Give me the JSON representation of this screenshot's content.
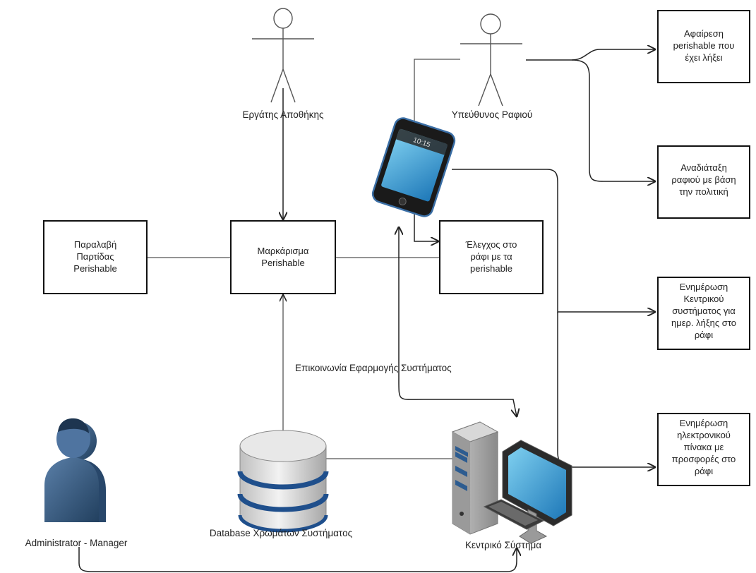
{
  "nodes": {
    "receive_batch": [
      "Παραλαβή",
      "Παρτίδας",
      "Perishable"
    ],
    "marking": [
      "Μαρκάρισμα",
      "Perishable"
    ],
    "shelf_check": [
      "Έλεγχος στο",
      "ράφι με τα",
      "perishable"
    ],
    "remove_expired": [
      "Αφαίρεση",
      "perishable που",
      "έχει λήξει"
    ],
    "rearrange_shelf": [
      "Αναδιάταξη",
      "ραφιού με βάση",
      "την πολιτική"
    ],
    "update_central": [
      "Ενημέρωση",
      "Κεντρικού",
      "συστήματος για",
      "ημερ. λήξης στο",
      "ράφι"
    ],
    "update_board": [
      "Ενημέρωση",
      "ηλεκτρονικού",
      "πίνακα με",
      "προσφορές στο",
      "ράφι"
    ]
  },
  "actors": {
    "warehouse_worker": "Εργάτης Αποθήκης",
    "shelf_manager": "Υπεύθυνος Ραφιού"
  },
  "labels": {
    "communication": "Επικοινωνία Εφαρμογής  Συστήματος",
    "database": "Database Χρωμάτων Συστήματος",
    "admin": "Administrator - Manager",
    "central_system": "Κεντρικό Σύστημα",
    "phone_time": "10:15"
  },
  "icons": {
    "database": "database-cylinder-icon",
    "phone": "smartphone-icon",
    "computer": "desktop-computer-icon",
    "admin": "person-silhouette-icon"
  },
  "colors": {
    "stroke": "#222222",
    "db_body": "#d9d9d9",
    "db_band": "#1f4f8c",
    "admin": "#35577a",
    "phone_screen": "#3aa7d6"
  }
}
